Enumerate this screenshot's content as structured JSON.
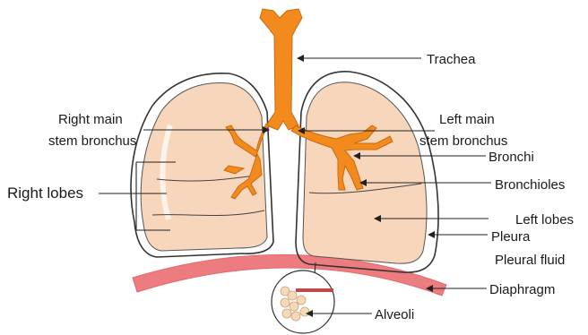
{
  "labels": {
    "trachea": "Trachea",
    "right_main_1": "Right main",
    "right_main_2": "stem bronchus",
    "left_main_1": "Left main",
    "left_main_2": "stem bronchus",
    "bronchi": "Bronchi",
    "right_lobes": "Right lobes",
    "bronchioles": "Bronchioles",
    "left_lobes": "Left lobes",
    "pleura": "Pleura",
    "pleural_fluid": "Pleural fluid",
    "diaphragm": "Diaphragm",
    "alveoli": "Alveoli"
  },
  "colors": {
    "airway": "#f28a1e",
    "lung_fill": "#f7d6bb",
    "outline": "#333333",
    "diaphragm": "#ec7c7f"
  }
}
